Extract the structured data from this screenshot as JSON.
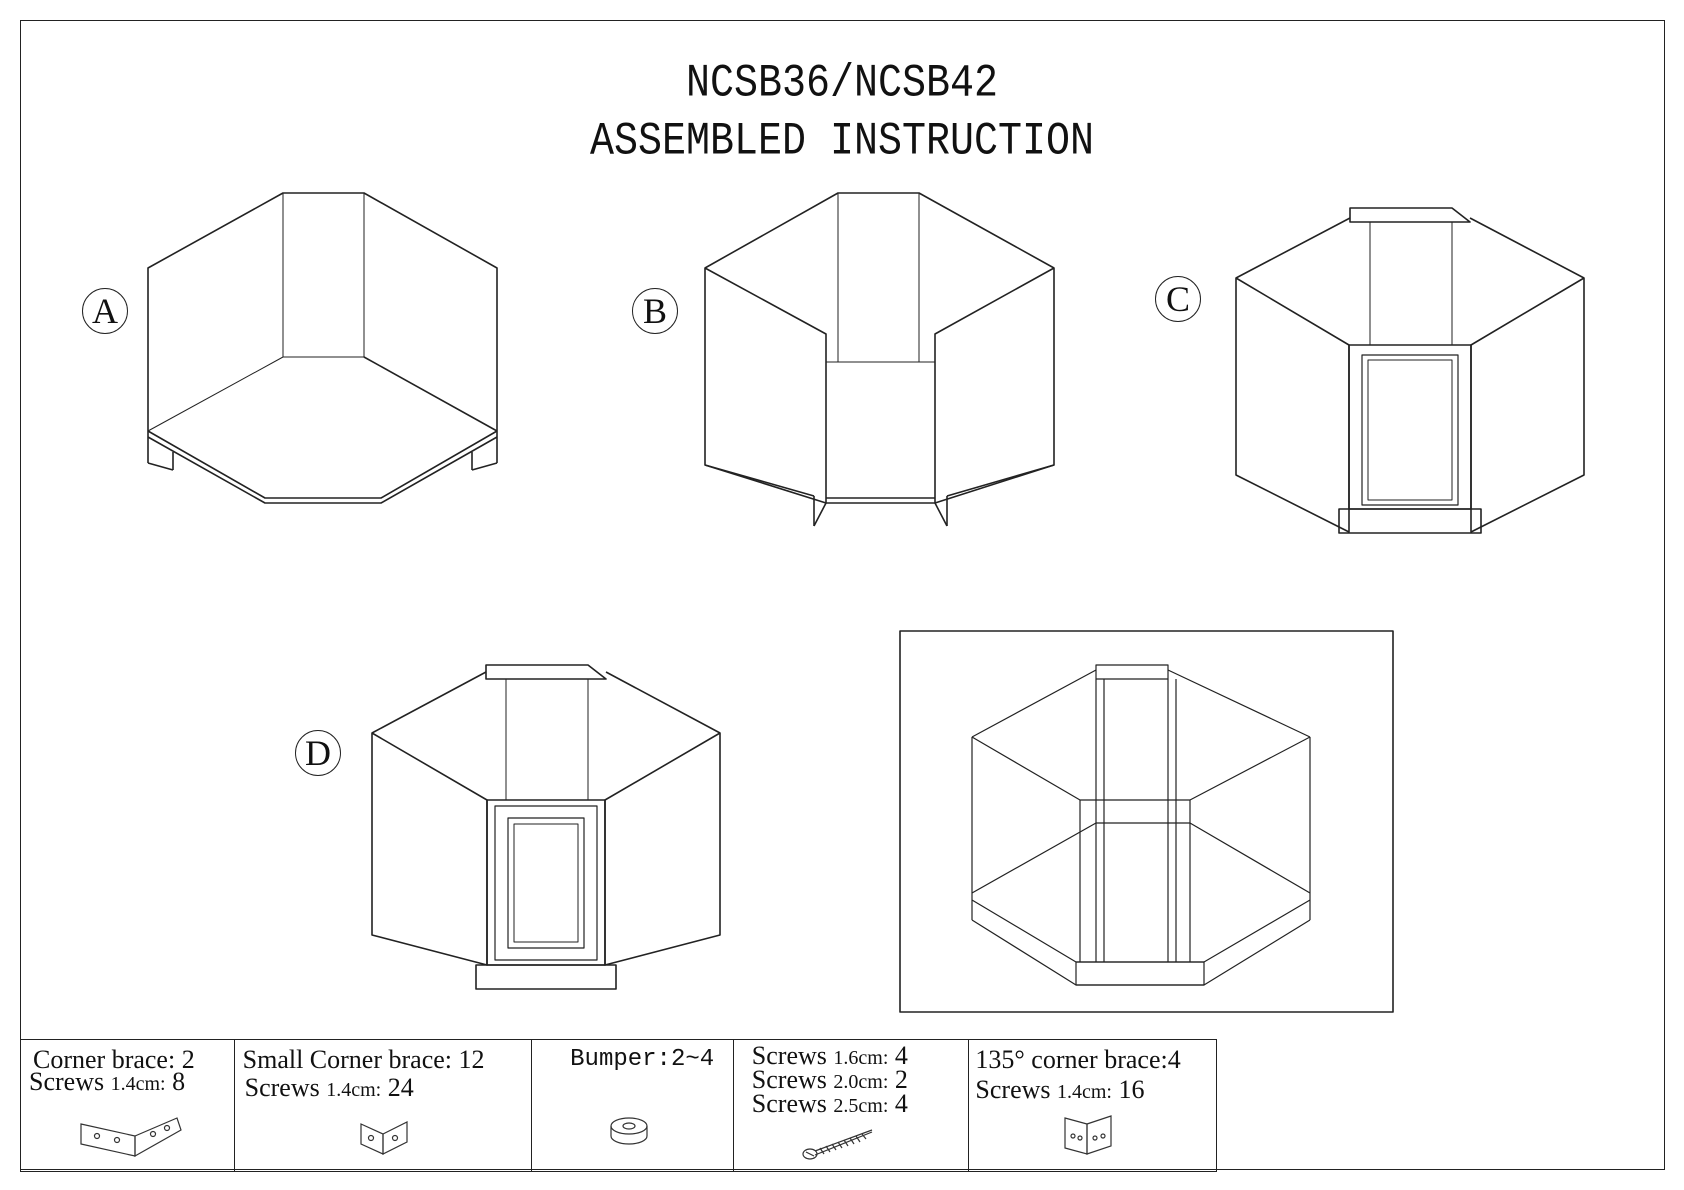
{
  "title": {
    "line1": "NCSB36/NCSB42",
    "line2": "ASSEMBLED INSTRUCTION"
  },
  "steps": {
    "a": "A",
    "b": "B",
    "c": "C",
    "d": "D"
  },
  "parts": [
    {
      "title_text": "Corner brace:",
      "title_qty": "2",
      "screw_label": "Screws",
      "screw_size": "1.4cm:",
      "screw_qty": "8",
      "icon": "corner-brace-icon"
    },
    {
      "title_text": "Small Corner brace:",
      "title_qty": "12",
      "screw_label": "Screws",
      "screw_size": "1.4cm:",
      "screw_qty": "24",
      "icon": "small-corner-brace-icon"
    },
    {
      "title_text": "Bumper:2~4",
      "icon": "bumper-icon"
    },
    {
      "screws": [
        {
          "label": "Screws",
          "size": "1.6cm:",
          "qty": "4"
        },
        {
          "label": "Screws",
          "size": "2.0cm:",
          "qty": "2"
        },
        {
          "label": "Screws",
          "size": "2.5cm:",
          "qty": "4"
        }
      ],
      "icon": "screw-icon"
    },
    {
      "title_text": "135° corner brace:4",
      "screw_label": "Screws",
      "screw_size": "1.4cm:",
      "screw_qty": "16",
      "icon": "135-corner-brace-icon"
    }
  ]
}
